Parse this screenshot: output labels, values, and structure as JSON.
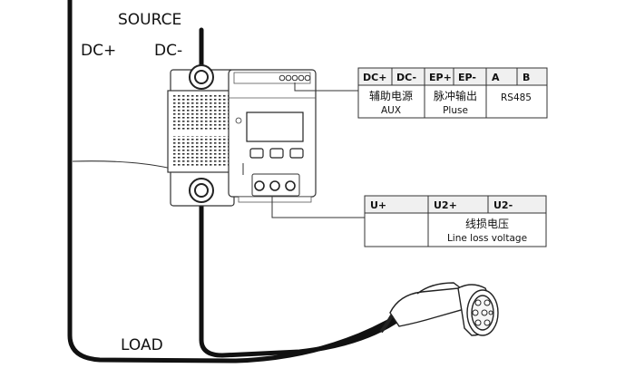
{
  "labels": {
    "source": "SOURCE",
    "dc_plus": "DC+",
    "dc_minus": "DC-",
    "load": "LOAD"
  },
  "top_table": {
    "headers": [
      "DC+",
      "DC-",
      "EP+",
      "EP-",
      "A",
      "B"
    ],
    "groups": [
      {
        "cn": "辅助电源",
        "en": "AUX"
      },
      {
        "cn": "脉冲输出",
        "en": "Pluse"
      },
      {
        "cn": "",
        "en": "RS485"
      }
    ]
  },
  "bottom_table": {
    "headers": [
      "U+",
      "U2+",
      "U2-"
    ],
    "cn": "线损电压",
    "en": "Line loss voltage"
  }
}
